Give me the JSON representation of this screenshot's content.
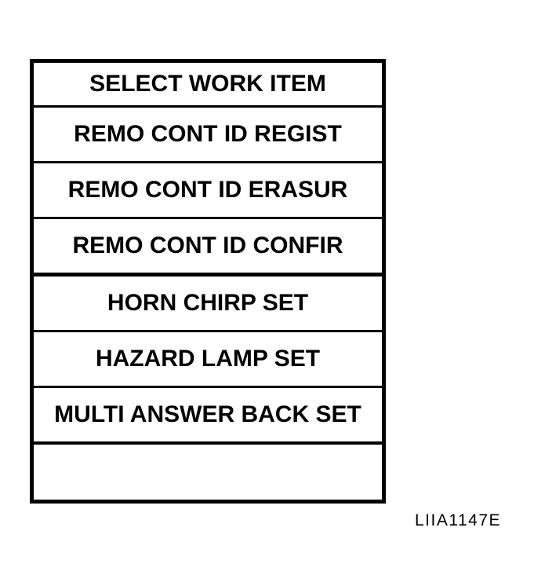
{
  "menu": {
    "title": "SELECT WORK ITEM",
    "items": [
      "REMO CONT ID REGIST",
      "REMO CONT ID ERASUR",
      "REMO CONT ID CONFIR",
      "HORN CHIRP SET",
      "HAZARD LAMP SET",
      "MULTI ANSWER BACK SET"
    ]
  },
  "caption": "LIIA1147E",
  "colors": {
    "background": "#ffffff",
    "border": "#000000",
    "text": "#000000"
  }
}
